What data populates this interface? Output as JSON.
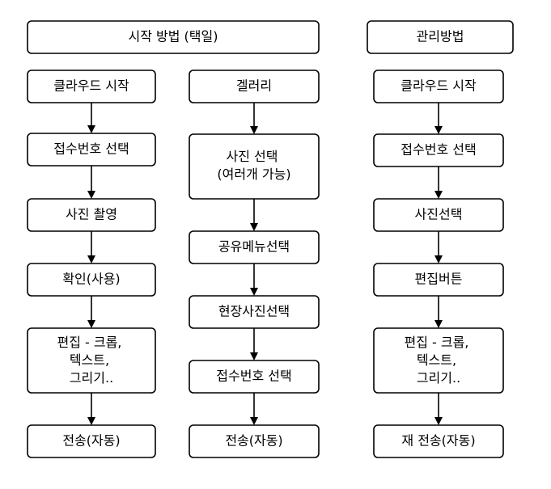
{
  "headers": {
    "left": "시작 방법 (택일)",
    "right": "관리방법"
  },
  "flows": {
    "cloud": [
      "클라우드 시작",
      "접수번호 선택",
      "사진 촬영",
      "확인(사용)",
      "편집 - 크롭,\n텍스트,\n그리기..",
      "전송(자동)"
    ],
    "gallery": [
      "겔러리",
      "사진 선택\n(여러개 가능)",
      "공유메뉴선택",
      "현장사진선택",
      "접수번호 선택",
      "전송(자동)"
    ],
    "manage": [
      "클라우드 시작",
      "접수번호 선택",
      "사진선택",
      "편집버튼",
      "편집 - 크롭,\n텍스트,\n그리기..",
      "재 전송(자동)"
    ]
  },
  "colors": {
    "stroke": "#000000",
    "fill": "#ffffff",
    "text": "#000000"
  }
}
